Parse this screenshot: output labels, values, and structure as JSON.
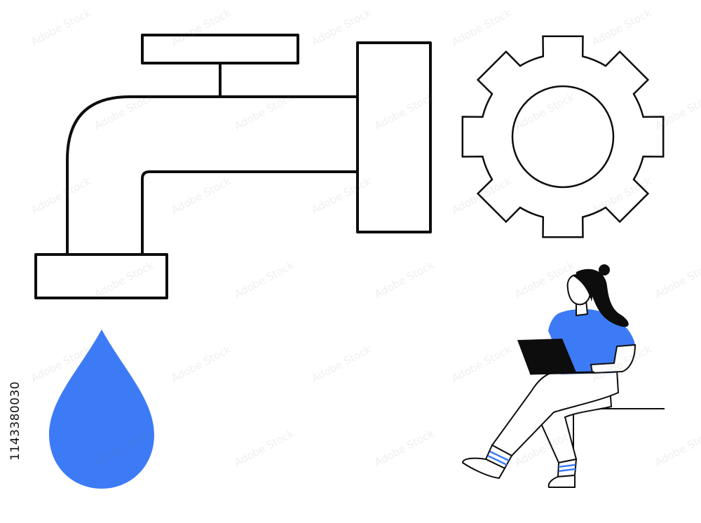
{
  "illustration": {
    "stock_id": "1143380030",
    "watermark_text": "Adobe Stock"
  },
  "colors": {
    "accent": "#3d7bf6",
    "stroke": "#0d0d0d",
    "fill": "#ffffff",
    "hair": "#0d0d0d",
    "sock_stripe": "#3d7bf6"
  },
  "objects": {
    "faucet": "faucet-icon",
    "gear": "gear-icon",
    "drop": "water-drop-icon",
    "person": "woman-with-laptop"
  }
}
